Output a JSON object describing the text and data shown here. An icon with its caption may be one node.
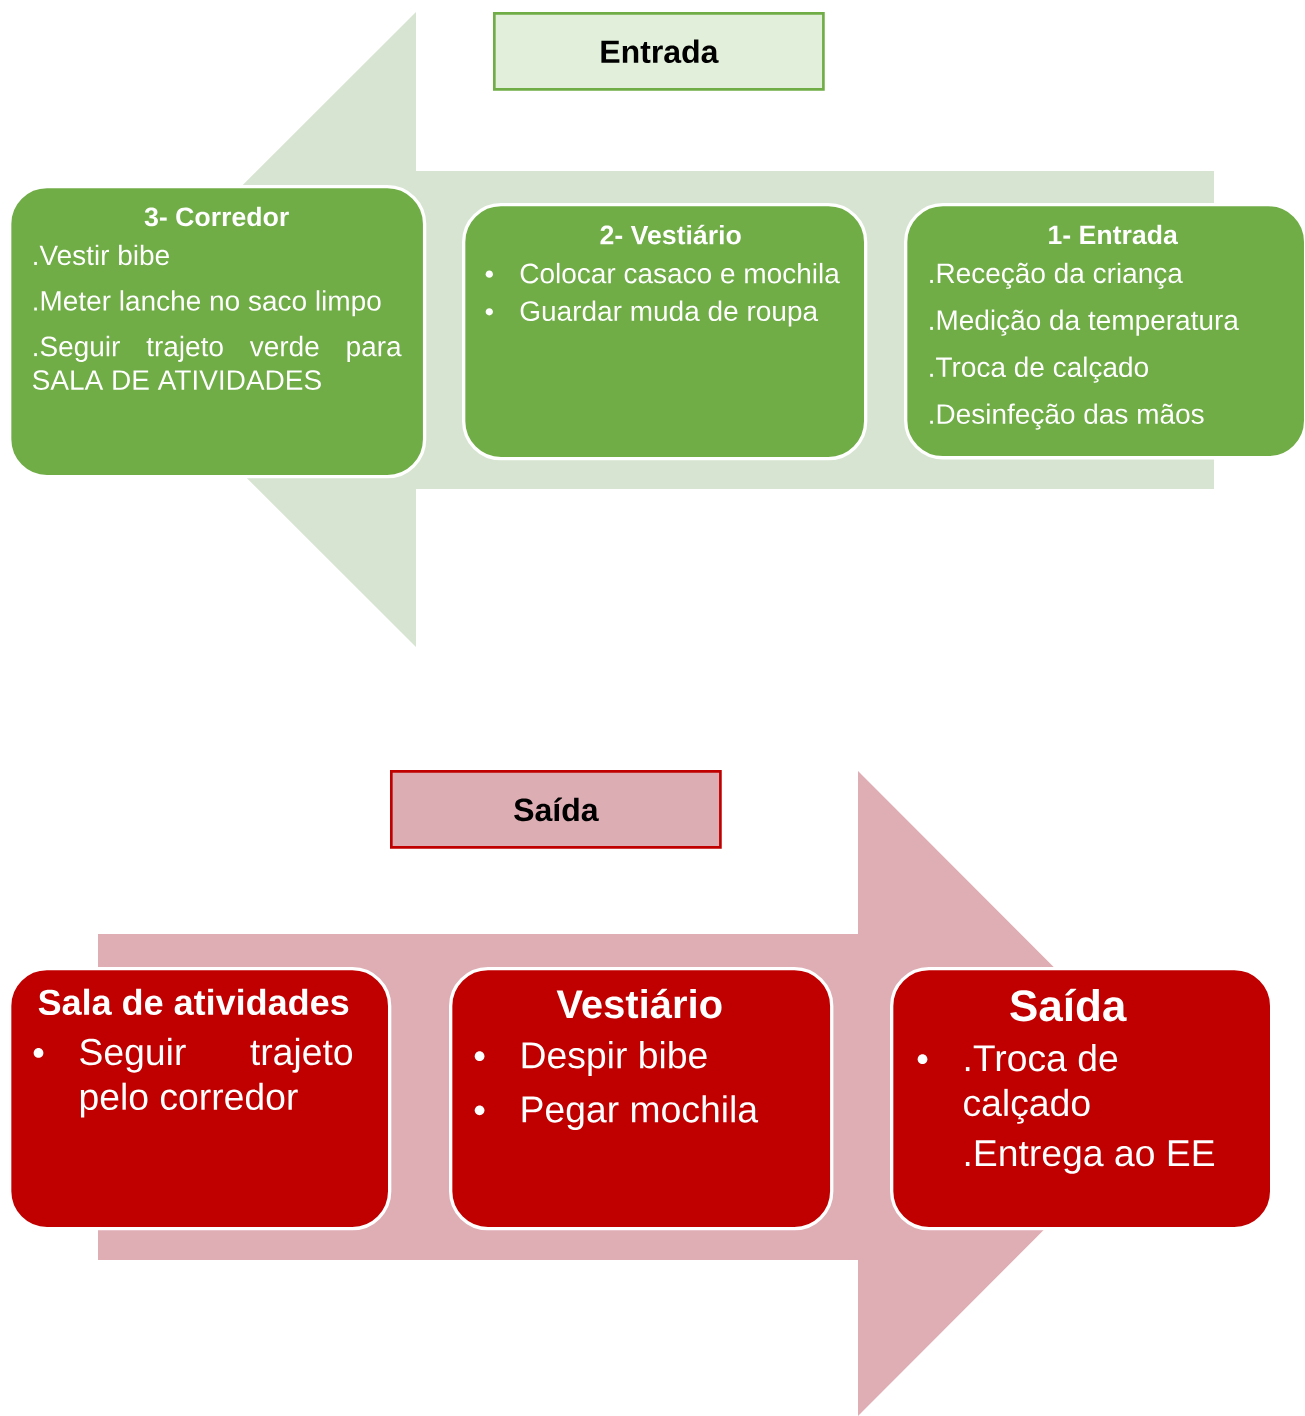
{
  "diagram": {
    "nodes": [
      {
        "text": [
          "Entrada"
        ]
      },
      {
        "text": [
          "3- Corredor",
          ".Vestir bibe",
          ".Meter lanche no saco limpo",
          ".Seguir trajeto verde para SALA DE ATIVIDADES"
        ]
      },
      {
        "text": [
          "2- Vestiário",
          "Colocar casaco e mochila",
          "Guardar muda de roupa"
        ]
      },
      {
        "text": [
          "1- Entrada",
          ".Receção da criança",
          ".Medição da temperatura",
          ".Troca de calçado",
          ".Desinfeção das mãos"
        ]
      },
      {
        "text": [
          "Saída"
        ]
      },
      {
        "text": [
          "Sala de atividades",
          "Seguir trajeto pelo corredor"
        ]
      },
      {
        "text": [
          "Vestiário",
          "Despir bibe",
          "Pegar mochila"
        ]
      },
      {
        "text": [
          "Saída",
          ".Troca de calçado",
          ".Entrega ao EE"
        ]
      }
    ],
    "edges": [
      {
        "from": 3,
        "to": 1,
        "arrow": "to"
      },
      {
        "from": 5,
        "to": 7,
        "arrow": "to"
      }
    ]
  }
}
